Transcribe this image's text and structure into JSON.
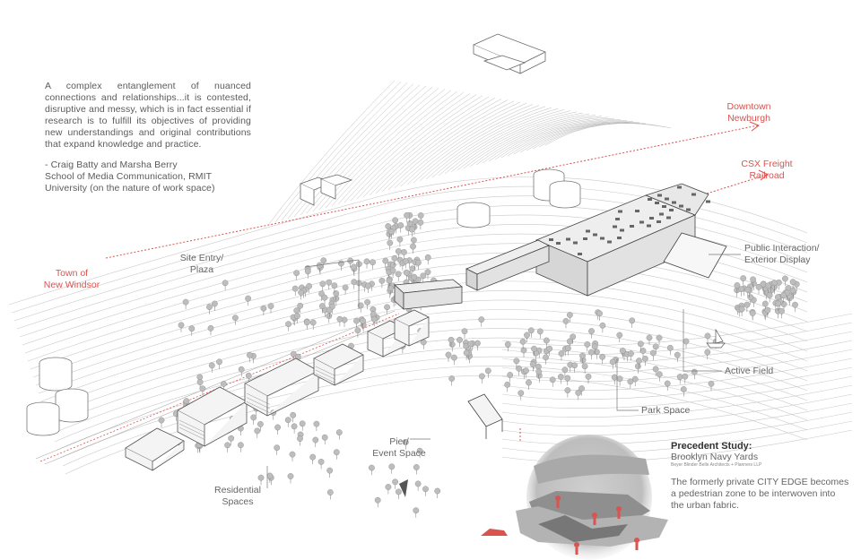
{
  "quote": {
    "text": "A complex entanglement of nuanced connections and relationships...it is contested, disruptive and messy, which is in fact essential if research is to fulfill its objectives of providing new understandings and original contributions that expand knowledge and practice.",
    "author": "- Craig Batty and Marsha Berry",
    "affiliation": "School of Media Communication, RMIT University (on the nature of work space)"
  },
  "labels": {
    "downtown": [
      "Downtown",
      "Newburgh"
    ],
    "csx": [
      "CSX Freight",
      "Railroad"
    ],
    "new_windsor": [
      "Town of",
      "New Windsor"
    ],
    "site_entry": [
      "Site Entry/",
      "Plaza"
    ],
    "public_interaction": [
      "Public Interaction/",
      "Exterior Display"
    ],
    "active_field": "Active Field",
    "park_space": "Park Space",
    "pier": [
      "Pier/",
      "Event Space"
    ],
    "residential": [
      "Residential",
      "Spaces"
    ]
  },
  "precedent": {
    "title": "Precedent Study:",
    "name": "Brooklyn Navy Yards",
    "firm": "Beyer Blinder Belle Architects + Planners LLP",
    "description": "The formerly private CITY EDGE becomes a pedestrian zone to be interwoven into the urban fabric."
  },
  "colors": {
    "accent": "#d9534f",
    "line": "#9a9a9a",
    "building": "#e9e9e9"
  }
}
